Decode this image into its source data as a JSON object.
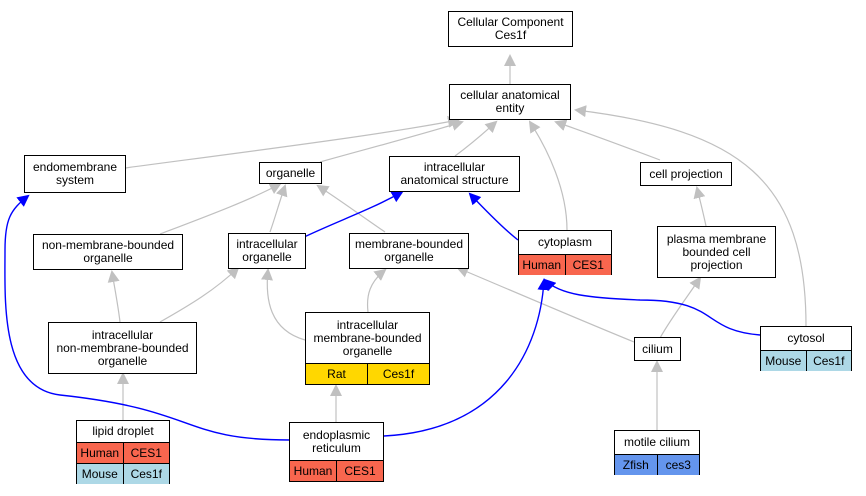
{
  "nodes": {
    "root": {
      "label": "Cellular Component\nCes1f"
    },
    "cae": {
      "label": "cellular anatomical\nentity"
    },
    "endomembrane": {
      "label": "endomembrane\nsystem"
    },
    "organelle": {
      "label": "organelle"
    },
    "ias": {
      "label": "intracellular\nanatomical structure"
    },
    "cellproj": {
      "label": "cell projection"
    },
    "nmbo": {
      "label": "non-membrane-bounded\norganelle"
    },
    "io": {
      "label": "intracellular\norganelle"
    },
    "mbo": {
      "label": "membrane-bounded\norganelle"
    },
    "cytoplasm": {
      "label": "cytoplasm",
      "orthologs": [
        {
          "species": "Human",
          "gene": "CES1",
          "color": "#f8664e"
        }
      ]
    },
    "pmbcp": {
      "label": "plasma membrane\nbounded cell\nprojection"
    },
    "inmbo": {
      "label": "intracellular\nnon-membrane-bounded\norganelle"
    },
    "imbo": {
      "label": "intracellular\nmembrane-bounded\norganelle",
      "orthologs": [
        {
          "species": "Rat",
          "gene": "Ces1f",
          "color": "#ffd700"
        }
      ]
    },
    "cilium": {
      "label": "cilium"
    },
    "cytosol": {
      "label": "cytosol",
      "orthologs": [
        {
          "species": "Mouse",
          "gene": "Ces1f",
          "color": "#add8e6"
        }
      ]
    },
    "lipid": {
      "label": "lipid droplet",
      "orthologs": [
        {
          "species": "Human",
          "gene": "CES1",
          "color": "#f8664e"
        },
        {
          "species": "Mouse",
          "gene": "Ces1f",
          "color": "#add8e6"
        }
      ]
    },
    "er": {
      "label": "endoplasmic\nreticulum",
      "orthologs": [
        {
          "species": "Human",
          "gene": "CES1",
          "color": "#f8664e"
        }
      ]
    },
    "motile": {
      "label": "motile cilium",
      "orthologs": [
        {
          "species": "Zfish",
          "gene": "ces3",
          "color": "#6495ed"
        }
      ]
    }
  },
  "colors": {
    "edge": "#c0c0c0",
    "highlight_edge": "#0000ff"
  }
}
